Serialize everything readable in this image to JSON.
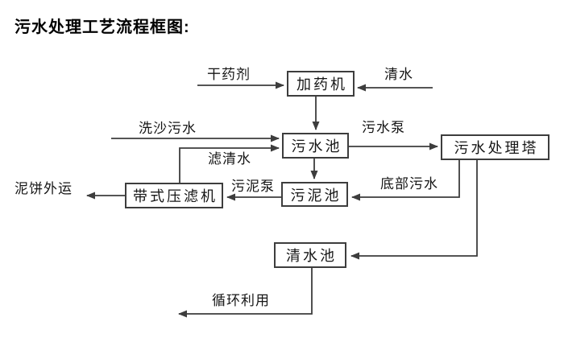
{
  "title": "污水处理工艺流程框图:",
  "colors": {
    "line": "#3d3d3d",
    "box_border": "#3d3d3d",
    "text": "#161616",
    "background": "#ffffff"
  },
  "diagram": {
    "type": "flowchart",
    "nodes": [
      {
        "id": "dosing-machine",
        "label": "加药机"
      },
      {
        "id": "sewage-pool",
        "label": "污水池"
      },
      {
        "id": "sewage-treatment-tower",
        "label": "污水处理塔"
      },
      {
        "id": "sludge-pool",
        "label": "污泥池"
      },
      {
        "id": "belt-filter-press",
        "label": "带式压滤机"
      },
      {
        "id": "clean-water-pool",
        "label": "清水池"
      }
    ],
    "flow_labels": [
      {
        "id": "dry-agent",
        "label": "干药剂"
      },
      {
        "id": "clean-water",
        "label": "清水"
      },
      {
        "id": "sand-washing-sewage",
        "label": "洗沙污水"
      },
      {
        "id": "sewage-pump",
        "label": "污水泵"
      },
      {
        "id": "filtered-clean-water",
        "label": "滤清水"
      },
      {
        "id": "mud-cake-transport-out",
        "label": "泥饼外运"
      },
      {
        "id": "sludge-pump",
        "label": "污泥泵"
      },
      {
        "id": "bottom-sewage",
        "label": "底部污水"
      },
      {
        "id": "recycle-use",
        "label": "循环利用"
      }
    ],
    "connections": [
      "干药剂 → 加药机",
      "清水 → 加药机",
      "加药机 → 污水池",
      "洗沙污水 → 污水池",
      "带式压滤机 →(滤清水)→ 污水池",
      "污水池 →(污水泵)→ 污水处理塔",
      "污水池 → 污泥池",
      "污水处理塔 →(底部污水)→ 污泥池",
      "污泥池 →(污泥泵)→ 带式压滤机",
      "带式压滤机 → 泥饼外运",
      "污水处理塔 → 清水池",
      "清水池 → 循环利用"
    ]
  }
}
